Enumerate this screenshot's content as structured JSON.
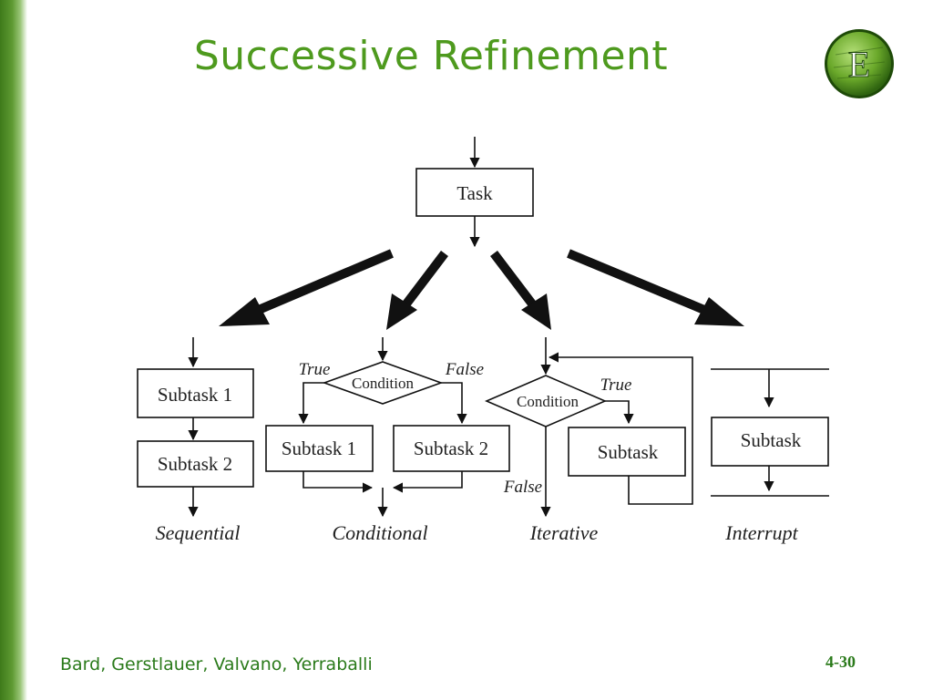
{
  "slide": {
    "title": "Successive Refinement",
    "footer": "Bard, Gerstlauer, Valvano, Yerraballi",
    "page_number": "4-30"
  },
  "colors": {
    "accent_green": "#4e9a1e",
    "footer_green": "#2a7a1a",
    "diagram_ink": "#111111"
  },
  "logo": {
    "icon": "texas-e-logo-icon",
    "letter": "E"
  },
  "diagram": {
    "task": "Task",
    "sequential": {
      "subtask1": "Subtask 1",
      "subtask2": "Subtask 2",
      "caption": "Sequential"
    },
    "conditional": {
      "condition": "Condition",
      "true_label": "True",
      "false_label": "False",
      "subtask1": "Subtask 1",
      "subtask2": "Subtask 2",
      "caption": "Conditional"
    },
    "iterative": {
      "condition": "Condition",
      "true_label": "True",
      "false_label": "False",
      "subtask": "Subtask",
      "caption": "Iterative"
    },
    "interrupt": {
      "subtask": "Subtask",
      "caption": "Interrupt"
    }
  }
}
